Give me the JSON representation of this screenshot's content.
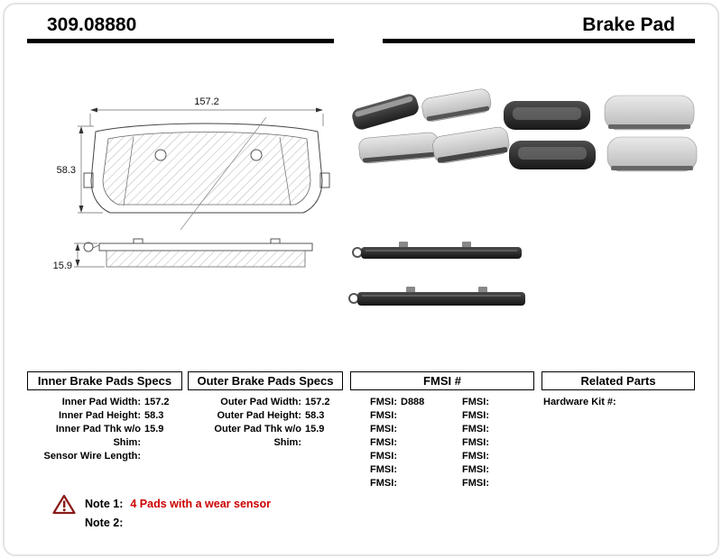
{
  "header": {
    "part_number": "309.08880",
    "product_name": "Brake Pad"
  },
  "diagram": {
    "width_dim": "157.2",
    "height_dim": "58.3",
    "thickness_dim": "15.9"
  },
  "specs": {
    "inner": {
      "header": "Inner Brake Pads Specs",
      "rows": [
        {
          "label": "Inner Pad Width:",
          "value": "157.2"
        },
        {
          "label": "Inner Pad Height:",
          "value": "58.3"
        },
        {
          "label": "Inner Pad Thk w/o Shim:",
          "value": "15.9"
        },
        {
          "label": "Sensor Wire Length:",
          "value": ""
        }
      ]
    },
    "outer": {
      "header": "Outer Brake Pads Specs",
      "rows": [
        {
          "label": "Outer Pad Width:",
          "value": "157.2"
        },
        {
          "label": "Outer Pad Height:",
          "value": "58.3"
        },
        {
          "label": "Outer Pad Thk w/o Shim:",
          "value": "15.9"
        }
      ]
    },
    "fmsi": {
      "header": "FMSI #",
      "left_rows": [
        {
          "label": "FMSI:",
          "value": "D888"
        },
        {
          "label": "FMSI:",
          "value": ""
        },
        {
          "label": "FMSI:",
          "value": ""
        },
        {
          "label": "FMSI:",
          "value": ""
        },
        {
          "label": "FMSI:",
          "value": ""
        },
        {
          "label": "FMSI:",
          "value": ""
        },
        {
          "label": "FMSI:",
          "value": ""
        }
      ],
      "right_rows": [
        {
          "label": "FMSI:",
          "value": ""
        },
        {
          "label": "FMSI:",
          "value": ""
        },
        {
          "label": "FMSI:",
          "value": ""
        },
        {
          "label": "FMSI:",
          "value": ""
        },
        {
          "label": "FMSI:",
          "value": ""
        },
        {
          "label": "FMSI:",
          "value": ""
        },
        {
          "label": "FMSI:",
          "value": ""
        }
      ]
    },
    "related": {
      "header": "Related Parts",
      "rows": [
        {
          "label": "Hardware Kit #:",
          "value": ""
        }
      ]
    }
  },
  "notes": {
    "note1_label": "Note 1:",
    "note1_text": "4 Pads with a wear sensor",
    "note2_label": "Note 2:",
    "note2_text": ""
  },
  "colors": {
    "note_red": "#cc0000",
    "warning_red": "#8b1a1a",
    "header_bar": "#000000"
  }
}
